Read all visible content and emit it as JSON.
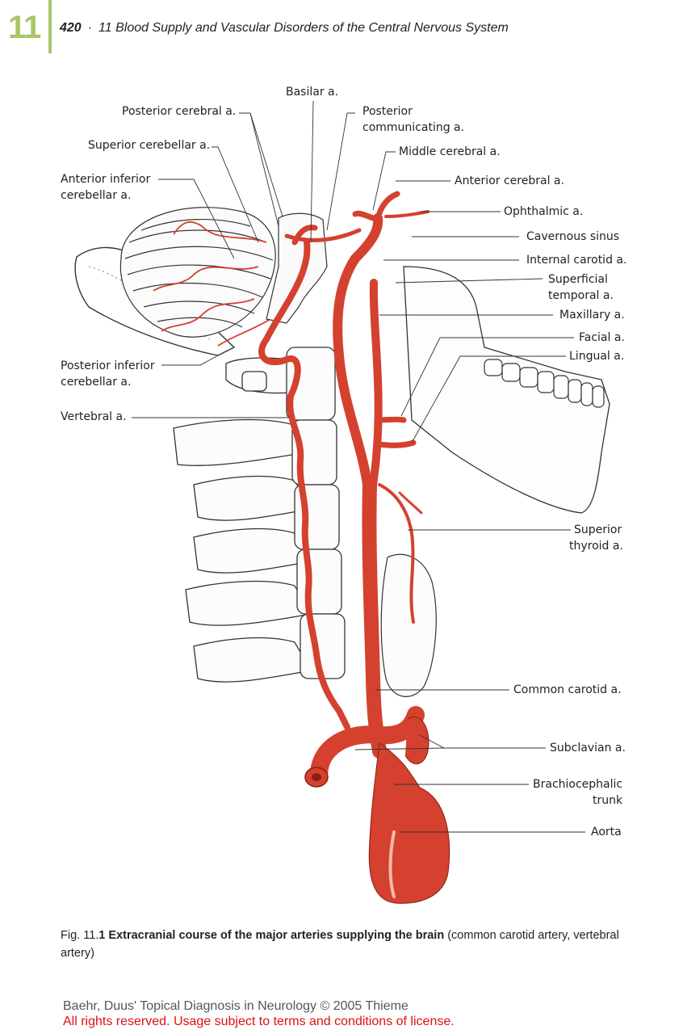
{
  "header": {
    "chapter_number": "11",
    "page_number": "420",
    "separator": "·",
    "running_title": "11 Blood Supply and Vascular Disorders of the Central Nervous System"
  },
  "labels": {
    "basilar": "Basilar a.",
    "posterior_cerebral": "Posterior cerebral a.",
    "posterior_communicating_1": "Posterior",
    "posterior_communicating_2": "communicating a.",
    "superior_cerebellar": "Superior cerebellar a.",
    "middle_cerebral": "Middle cerebral a.",
    "anterior_inferior_cerebellar_1": "Anterior inferior",
    "anterior_inferior_cerebellar_2": "cerebellar a.",
    "anterior_cerebral": "Anterior cerebral a.",
    "ophthalmic": "Ophthalmic a.",
    "cavernous_sinus": "Cavernous sinus",
    "internal_carotid": "Internal carotid a.",
    "superficial_temporal_1": "Superficial",
    "superficial_temporal_2": "temporal a.",
    "maxillary": "Maxillary a.",
    "facial": "Facial a.",
    "lingual": "Lingual a.",
    "posterior_inferior_cerebellar_1": "Posterior inferior",
    "posterior_inferior_cerebellar_2": "cerebellar a.",
    "vertebral": "Vertebral a.",
    "superior_thyroid_1": "Superior",
    "superior_thyroid_2": "thyroid a.",
    "common_carotid": "Common carotid a.",
    "subclavian": "Subclavian a.",
    "brachiocephalic_1": "Brachiocephalic",
    "brachiocephalic_2": "trunk",
    "aorta": "Aorta"
  },
  "caption": {
    "fig_label": "Fig. 11.",
    "fig_num": "1",
    "bold_text": "Extracranial course of the major arteries supplying the brain",
    "rest_text": "(common carotid artery, vertebral artery)"
  },
  "credit": {
    "line1": "Baehr, Duus' Topical Diagnosis in Neurology © 2005 Thieme",
    "line2": "All rights reserved. Usage subject to terms and conditions of license."
  },
  "colors": {
    "artery": "#d4412f",
    "artery_dark": "#8a1f14",
    "chapter_accent": "#a9c567",
    "credit_red": "#e01010"
  }
}
